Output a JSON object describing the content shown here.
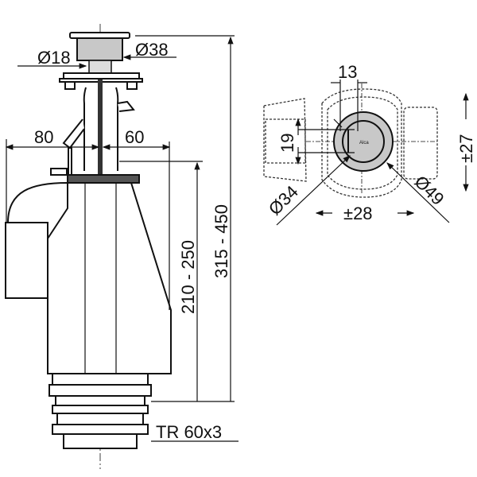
{
  "dimensions": {
    "d18": "Ø18",
    "d38": "Ø38",
    "w80": "80",
    "w60": "60",
    "h210_250": "210 - 250",
    "h315_450": "315 - 450",
    "thread": "TR 60x3",
    "w13": "13",
    "h19": "19",
    "d34": "Ø34",
    "d49": "Ø49",
    "pm28": "±28",
    "pm27": "±27"
  },
  "colors": {
    "button_gray": "#c8c8c8",
    "plate_dark": "#555555"
  }
}
